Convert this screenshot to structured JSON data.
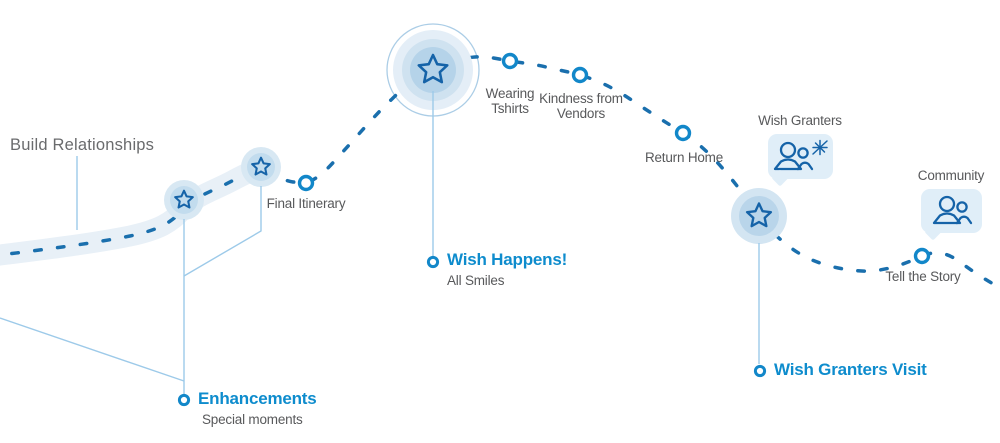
{
  "stage_label": {
    "build_relationships": "Build Relationships"
  },
  "stops": [
    {
      "id": "final-itinerary",
      "label": "Final Itinerary"
    },
    {
      "id": "wearing-tshirts",
      "label": "Wearing Tshirts"
    },
    {
      "id": "kindness-from-vendors",
      "label": "Kindness from Vendors"
    },
    {
      "id": "return-home",
      "label": "Return Home"
    },
    {
      "id": "tell-the-story",
      "label": "Tell the Story"
    }
  ],
  "callouts": [
    {
      "id": "wish-happens",
      "title": "Wish Happens!",
      "subtitle": "All Smiles"
    },
    {
      "id": "enhancements",
      "title": "Enhancements",
      "subtitle": "Special moments"
    },
    {
      "id": "wish-granters-visit",
      "title": "Wish Granters Visit",
      "subtitle": ""
    }
  ],
  "badges": [
    {
      "id": "wish-granters",
      "label": "Wish Granters",
      "icon": "people-sparkle-icon"
    },
    {
      "id": "community",
      "label": "Community",
      "icon": "people-icon"
    }
  ],
  "colors": {
    "path_dash": "#1a6fad",
    "stop_ring": "#1287c9",
    "accent_text": "#0e8ccd",
    "gray_text": "#58595b",
    "band": "#e8f0f7",
    "halo_outer": "#d8e8f3",
    "halo_inner": "#c2dcee",
    "star_stroke": "#1563a8",
    "connector": "#9dcae9",
    "badge_bg": "#e0eef8"
  }
}
